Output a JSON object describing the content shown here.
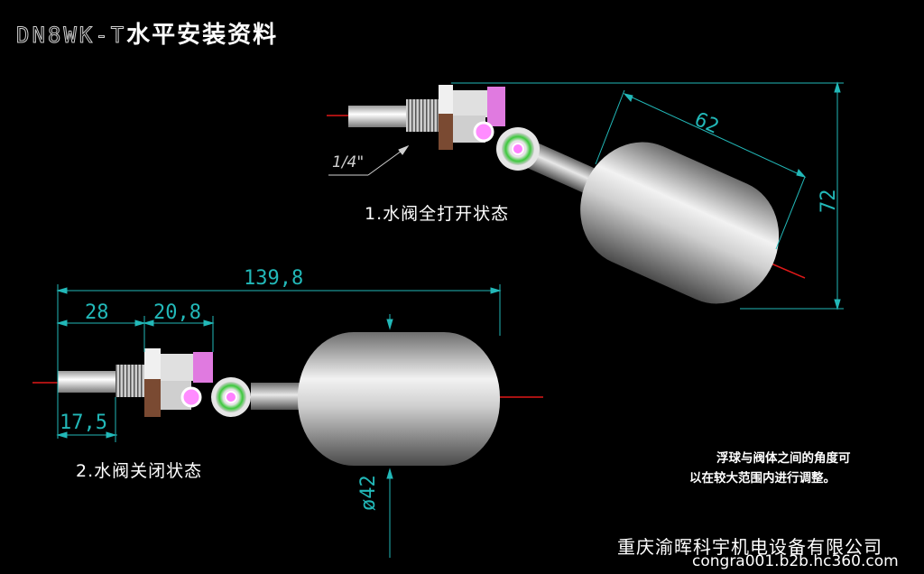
{
  "title": {
    "code": "DN8WK-T",
    "text": "水平安装资料"
  },
  "captions": {
    "open": "1.水阀全打开状态",
    "closed": "2.水阀关闭状态"
  },
  "dimensions": {
    "total_length": "139,8",
    "d28": "28",
    "d20_8": "20,8",
    "d17_5": "17,5",
    "diameter": "ø42",
    "length_62": "62",
    "height_72": "72",
    "thread": "1/4\""
  },
  "note": {
    "line1": "浮球与阀体之间的角度可",
    "line2": "以在较大范围内进行调整。"
  },
  "footer": {
    "company": "重庆渝晖科宇机电设备有限公司",
    "url": "congra001.b2b.hc360.com"
  },
  "colors": {
    "background": "#000000",
    "dimension": "#22b8b8",
    "axis": "#e01818",
    "body": "#d8d8d8"
  }
}
